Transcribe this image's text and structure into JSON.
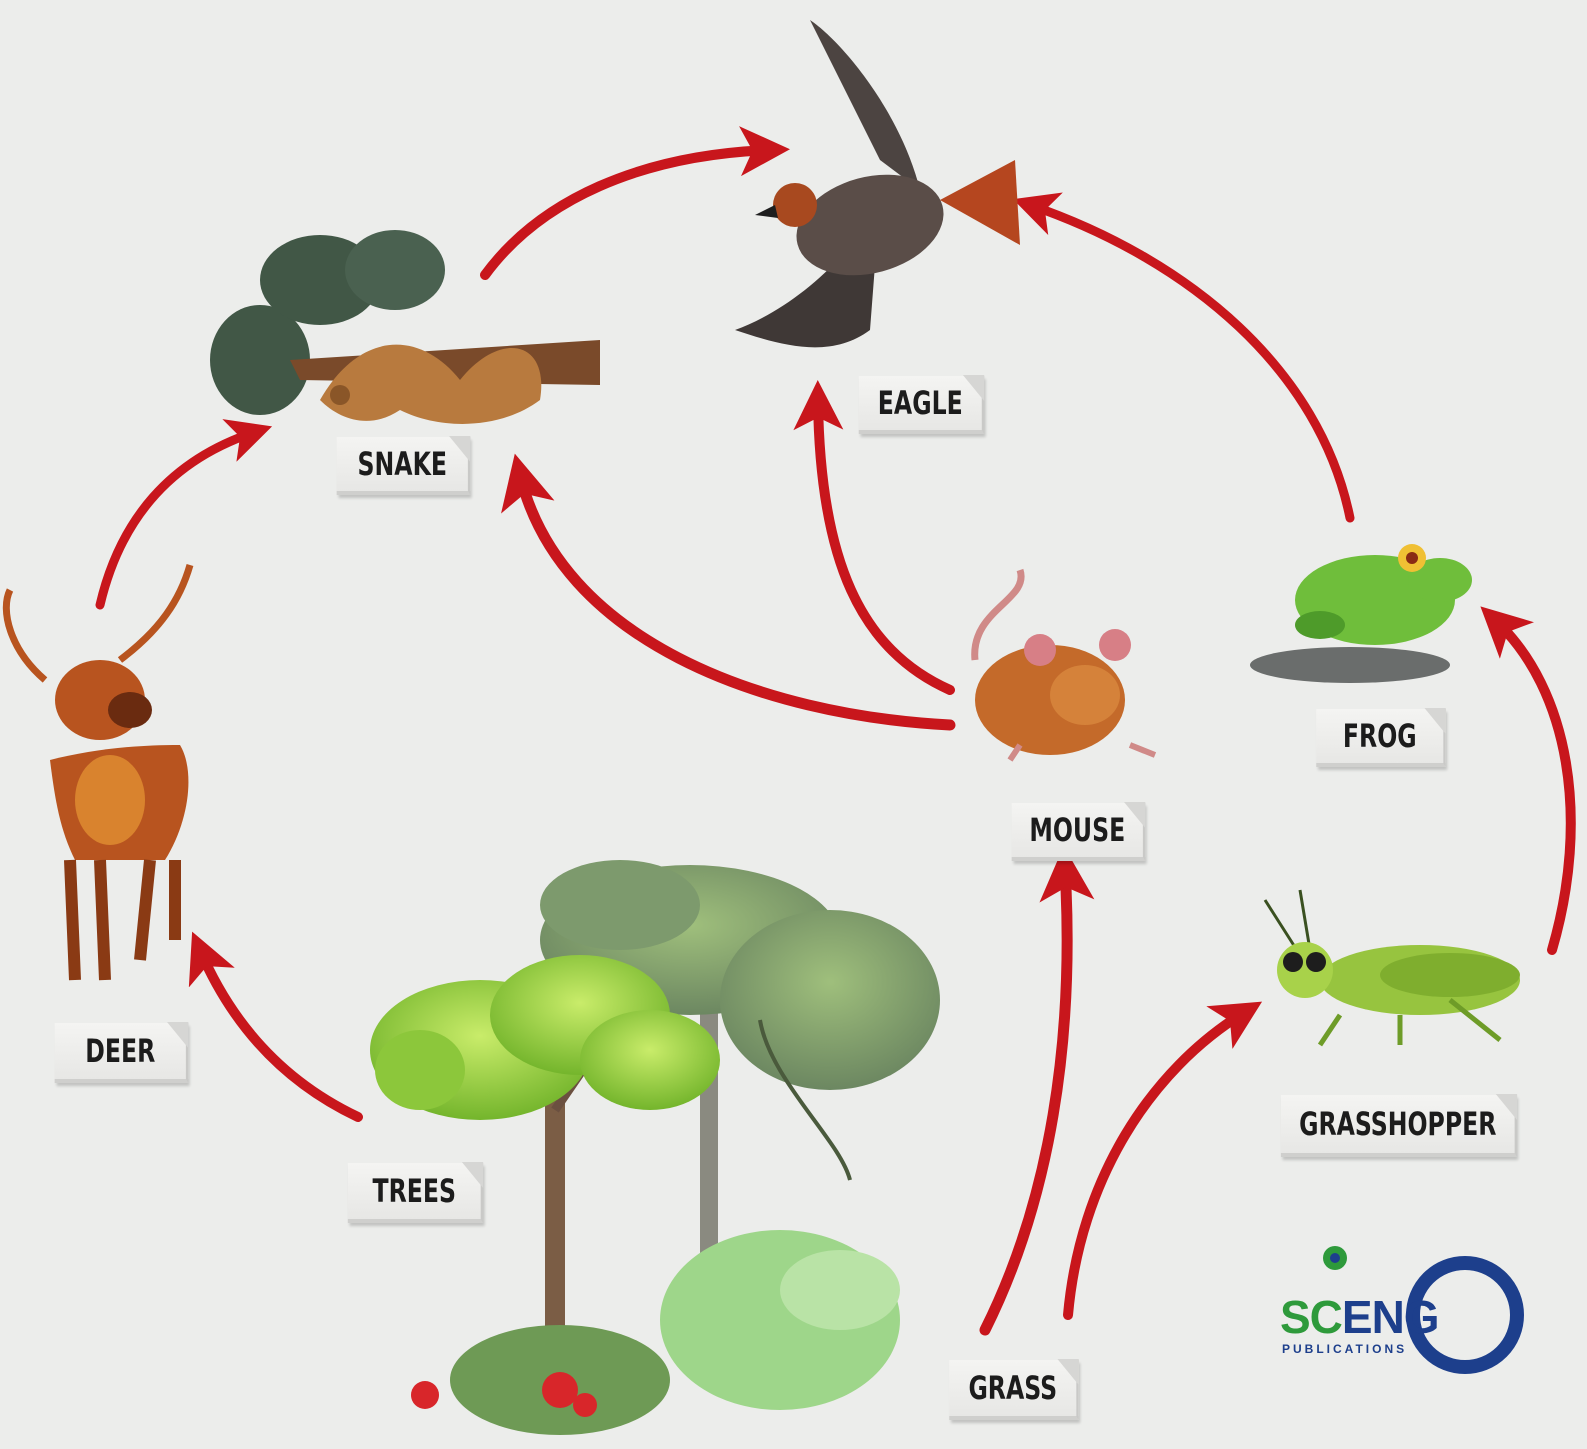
{
  "organisms": {
    "eagle": "EAGLE",
    "snake": "SNAKE",
    "frog": "FROG",
    "mouse": "MOUSE",
    "deer": "DEER",
    "grasshopper": "GRASSHOPPER",
    "trees": "TREES",
    "grass": "GRASS"
  },
  "food_chain_links": [
    {
      "from": "TREES",
      "to": "DEER"
    },
    {
      "from": "DEER",
      "to": "SNAKE"
    },
    {
      "from": "SNAKE",
      "to": "EAGLE"
    },
    {
      "from": "MOUSE",
      "to": "SNAKE"
    },
    {
      "from": "MOUSE",
      "to": "EAGLE"
    },
    {
      "from": "FROG",
      "to": "EAGLE"
    },
    {
      "from": "GRASSHOPPER",
      "to": "FROG"
    },
    {
      "from": "GRASS",
      "to": "MOUSE"
    },
    {
      "from": "GRASS",
      "to": "GRASSHOPPER"
    }
  ],
  "logo": {
    "main_prefix": "SC",
    "main_suffix": "ENG",
    "sub": "PUBLICATIONS"
  },
  "colors": {
    "arrow": "#c8161c",
    "background": "#ecedeb",
    "logo_blue": "#1d3f8c",
    "logo_green": "#2e9a3b"
  }
}
